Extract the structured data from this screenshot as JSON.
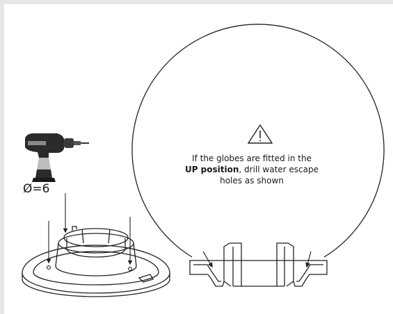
{
  "warning": {
    "icon": "warning-triangle-icon",
    "line_pre": "If the globes are fitted in the",
    "line_bold": "UP position",
    "line_post": ", drill water escape holes as shown"
  },
  "drill": {
    "icon": "cordless-drill-icon",
    "diameter_label": "Ø=6"
  }
}
